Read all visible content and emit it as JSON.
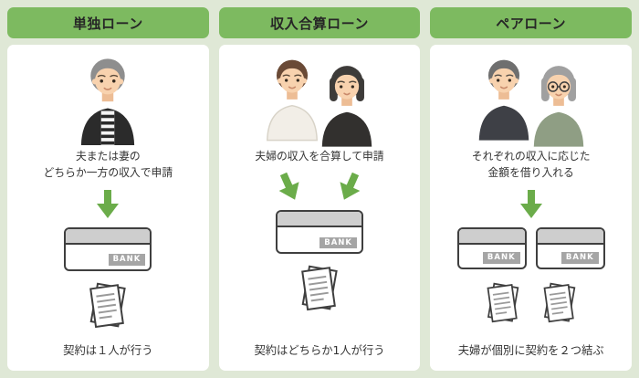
{
  "infographic": {
    "bank_label": "BANK"
  },
  "columns": [
    {
      "title": "単独ローン",
      "description": "夫または妻の\nどちらか一方の収入で申請",
      "caption": "契約は１人が行う"
    },
    {
      "title": "収入合算ローン",
      "description": "夫婦の収入を合算して申請",
      "caption": "契約はどちらか1人が行う"
    },
    {
      "title": "ペアローン",
      "description": "それぞれの収入に応じた\n金額を借り入れる",
      "caption": "夫婦が個別に契約を２つ結ぶ"
    }
  ],
  "colors": {
    "background": "#dfe8d6",
    "header_green": "#7dba60",
    "arrow_green": "#6bac4a",
    "card_white": "#ffffff",
    "text_dark": "#333333"
  }
}
